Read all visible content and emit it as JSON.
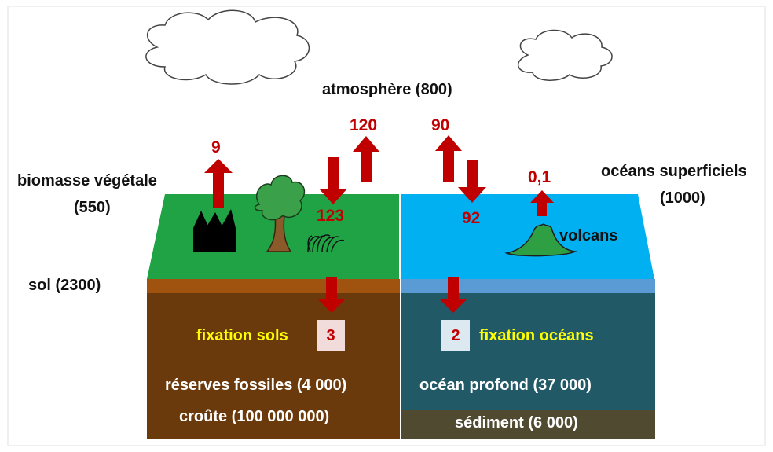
{
  "atmosphere": "atmosphère (800)",
  "biomass_label": "biomasse végétale",
  "biomass_value": "(550)",
  "oceans_label": "océans superficiels",
  "oceans_value": "(1000)",
  "soil": "sol (2300)",
  "flux": {
    "industry": "9",
    "land_out": "120",
    "land_in": "123",
    "ocean_out": "90",
    "ocean_in": "92",
    "volcano": "0,1",
    "soil_fix": "3",
    "ocean_fix": "2"
  },
  "volcans": "volcans",
  "fixation_sols": "fixation sols",
  "fixation_oceans": "fixation océans",
  "reserves_fossiles": "réserves fossiles (4 000)",
  "croute": "croûte (100 000 000)",
  "ocean_profond": "océan profond (37 000)",
  "sediment": "sédiment (6 000)",
  "colors": {
    "land_top": "#1fa345",
    "ocean_top": "#00b0f0",
    "soil_band": "#a0520f",
    "deep_land": "#6b3a0c",
    "deep_ocean": "#215a66",
    "sediment": "#4f4a30",
    "arrow": "#c00000",
    "highlight": "#ffff00"
  }
}
